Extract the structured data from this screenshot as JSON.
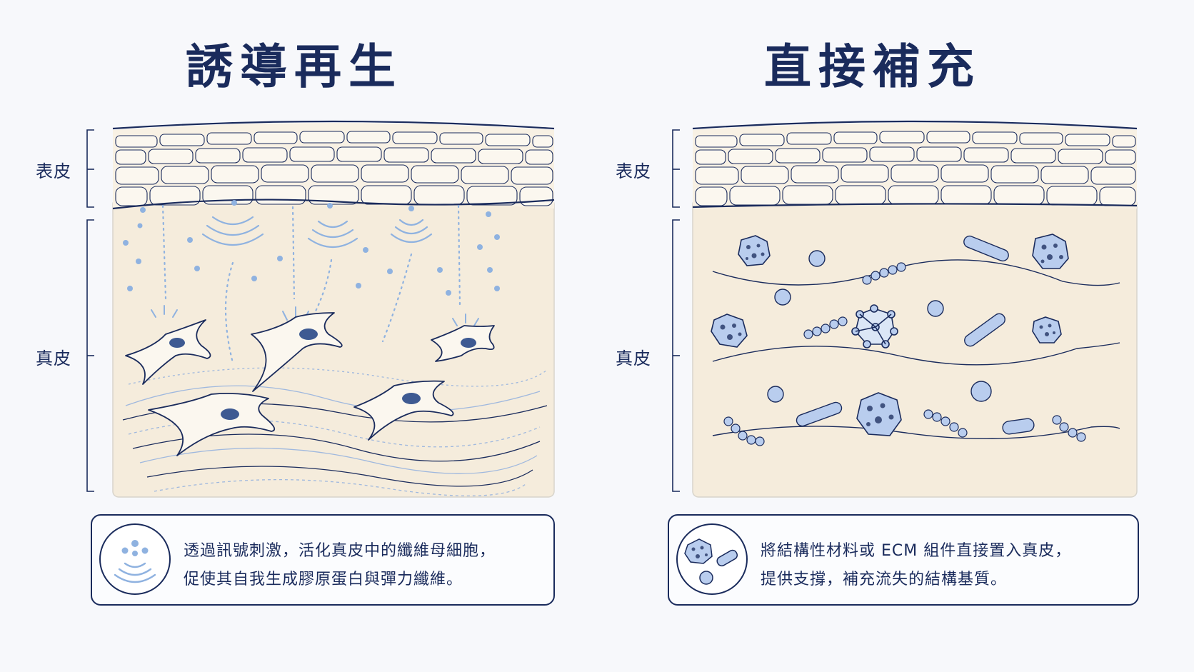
{
  "left_panel": {
    "title": "誘導再生",
    "epidermis_label": "表皮",
    "dermis_label": "真皮",
    "caption_line1": "透過訊號刺激，活化真皮中的纖維母細胞，",
    "caption_line2": "促使其自我生成膠原蛋白與彈力纖維。",
    "icon": "signal-wave-icon"
  },
  "right_panel": {
    "title": "直接補充",
    "epidermis_label": "表皮",
    "dermis_label": "真皮",
    "caption_line1": "將結構性材料或 ECM 組件直接置入真皮，",
    "caption_line2": "提供支撐，補充流失的結構基質。",
    "icon": "scaffold-materials-icon"
  },
  "colors": {
    "navy": "#1a2b5c",
    "dermis_fill": "#f5ecdc",
    "epidermis_fill": "#f8f1e4",
    "signal_blue": "#8fb2e0",
    "material_blue": "#b9cdee"
  }
}
